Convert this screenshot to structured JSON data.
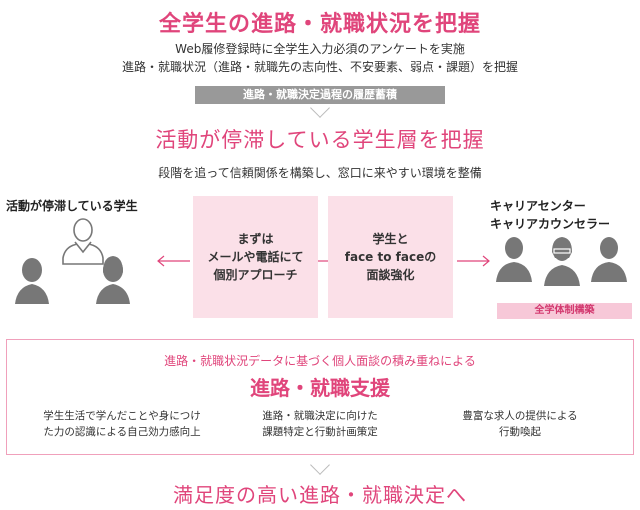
{
  "header": {
    "title": "全学生の進路・就職状況を把握",
    "desc_line1": "Web履修登録時に全学生入力必須のアンケートを実施",
    "desc_line2": "進路・就職状況（進路・就職先の志向性、不安要素、弱点・課題）を把握",
    "band": "進路・就職決定過程の履歴蓄積"
  },
  "middle": {
    "title": "活動が停滞している学生層を把握",
    "desc": "段階を追って信頼関係を構築し、窓口に来やすい環境を整備",
    "left_label": "活動が停滞している学生",
    "box_left": [
      "まずは",
      "メールや電話にて",
      "個別アプローチ"
    ],
    "box_right": [
      "学生と",
      "face to faceの",
      "面談強化"
    ],
    "right_label_line1": "キャリアセンター",
    "right_label_line2": "キャリアカウンセラー",
    "right_badge": "全学体制構築"
  },
  "support": {
    "subtitle": "進路・就職状況データに基づく個人面談の積み重ねによる",
    "title": "進路・就職支援",
    "items": [
      [
        "学生生活で学んだことや身につけ",
        "た力の認識による自己効力感向上"
      ],
      [
        "進路・就職決定に向けた",
        "課題特定と行動計画策定"
      ],
      [
        "豊富な求人の提供による",
        "行動喚起"
      ]
    ]
  },
  "footer": {
    "title": "満足度の高い進路・就職決定へ"
  },
  "colors": {
    "accent": "#e0457b",
    "pink_box": "#fbe0e8",
    "band": "#999999",
    "icon": "#777777"
  }
}
